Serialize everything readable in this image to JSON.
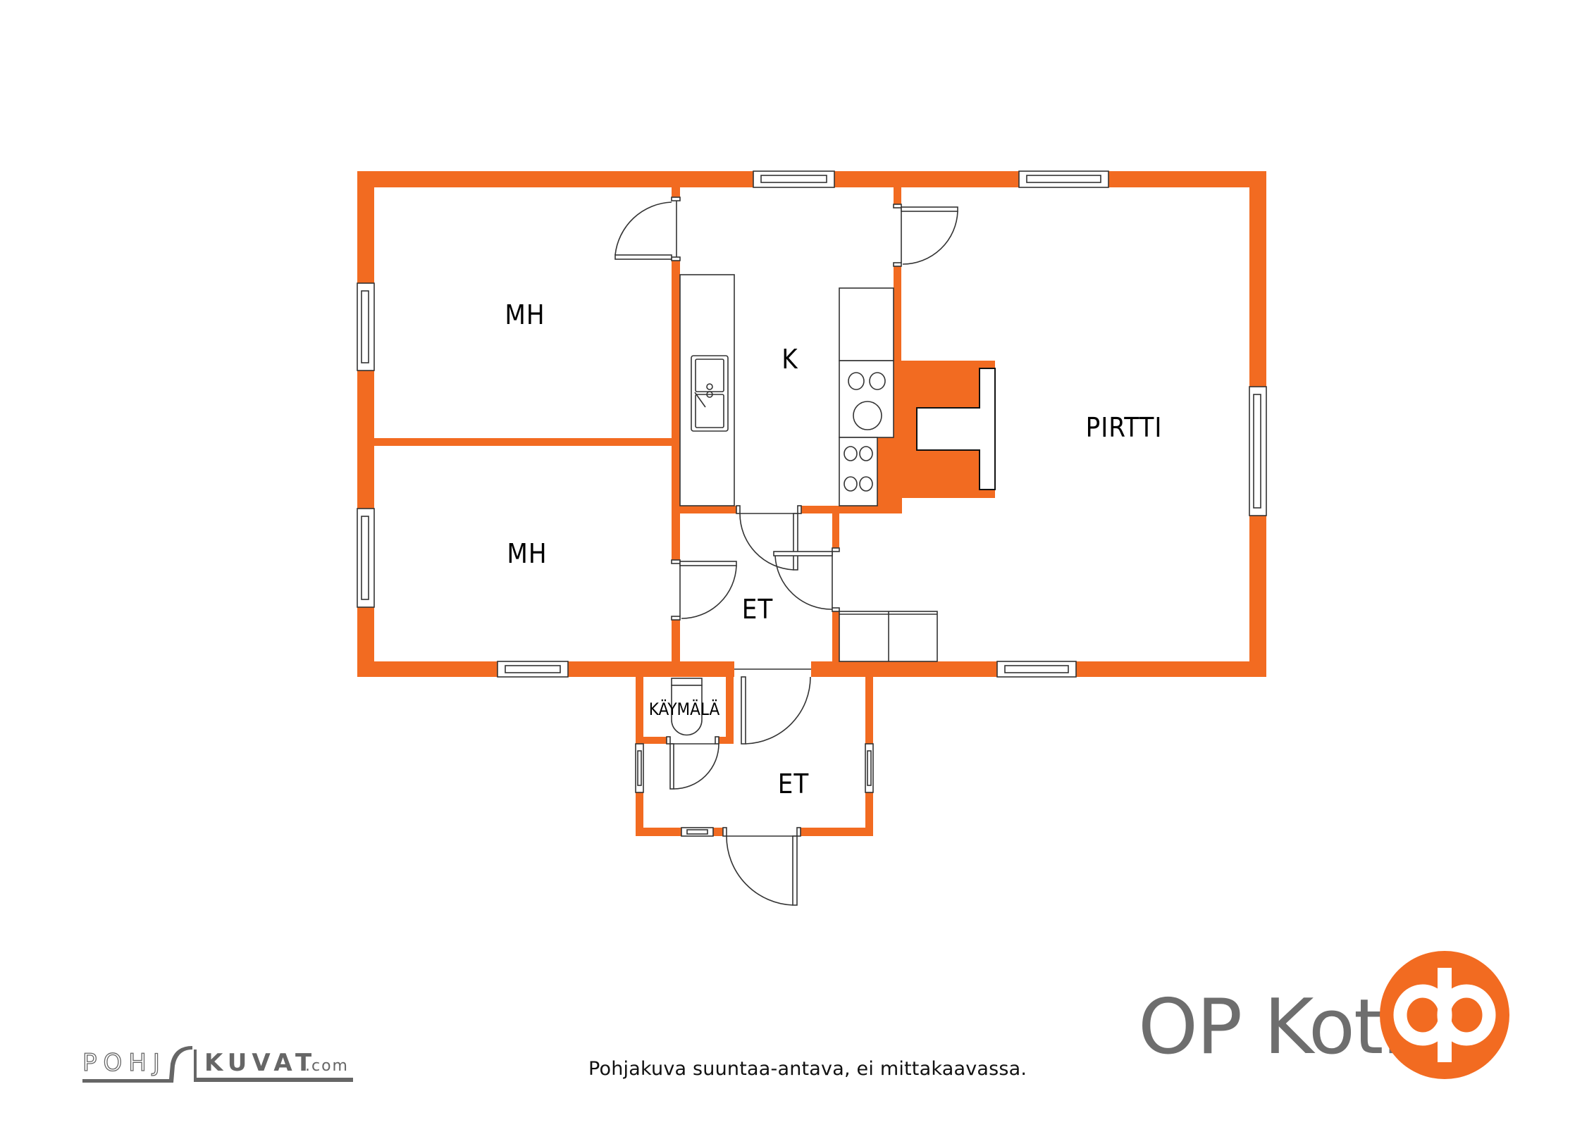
{
  "plan": {
    "rooms": {
      "mh_top": {
        "label": "MH"
      },
      "mh_bottom": {
        "label": "MH"
      },
      "kitchen": {
        "label": "K"
      },
      "pirtti": {
        "label": "PIRTTI"
      },
      "et_inner": {
        "label": "ET"
      },
      "et_outer": {
        "label": "ET"
      },
      "kaymala": {
        "label": "KÄYMÄLÄ"
      }
    },
    "wall_color": "#f26b21"
  },
  "footer": {
    "caption": "Pohjakuva suuntaa-antava, ei mittakaavassa.",
    "pohjakuvat_logo": {
      "outline_part": "POHJ",
      "bold_part": "KUVAT",
      "suffix": ".com"
    },
    "brand": {
      "name": "OP Koti",
      "logo_color": "#f26b21",
      "text_color": "#6e6e6e"
    }
  }
}
